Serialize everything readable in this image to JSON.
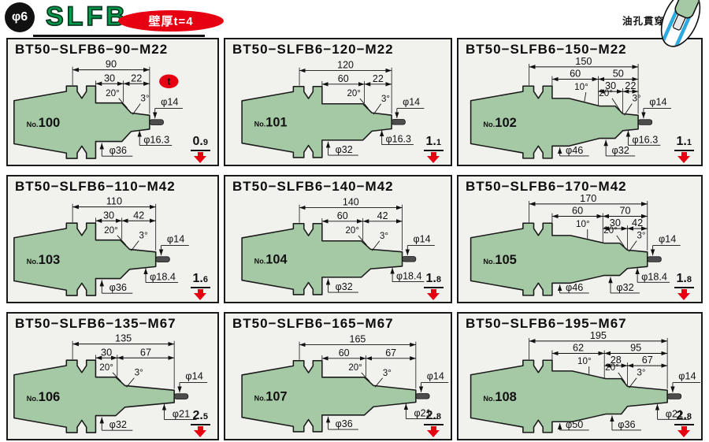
{
  "header": {
    "diameter_badge": "φ6",
    "series": "SLFB",
    "wall_badge": "壁厚t=4",
    "oil_label": "油孔貫穿"
  },
  "colors": {
    "accent_red": "#e60012",
    "body_green": "#a5c8a5",
    "logo_green": "#00a04e",
    "oil_blue": "#2ba9e0",
    "cell_bg": "#f1f1ee",
    "line": "#111111"
  },
  "cells": [
    {
      "title": "BT50−SLFB6−90−M22",
      "no_label": "No.",
      "no": "100",
      "weight": "0.9",
      "t_badge": "t",
      "dims": {
        "total": "90",
        "a": "30",
        "b": "22",
        "ang20": "20°",
        "ang3": "3°",
        "dia_pin": "φ14",
        "dia_neck": "φ16.3",
        "dia_body": "φ36"
      }
    },
    {
      "title": "BT50−SLFB6−120−M22",
      "no_label": "No.",
      "no": "101",
      "weight": "1.1",
      "dims": {
        "total": "120",
        "a": "60",
        "b": "22",
        "ang20": "20°",
        "ang3": "3°",
        "dia_pin": "φ14",
        "dia_neck": "φ16.3",
        "dia_body": "φ32"
      }
    },
    {
      "title": "BT50−SLFB6−150−M22",
      "no_label": "No.",
      "no": "102",
      "weight": "1.1",
      "dims": {
        "total": "150",
        "r2a": "60",
        "r2b": "50",
        "a": "30",
        "b": "22",
        "ang10": "10°",
        "ang20": "20°",
        "ang3": "3°",
        "dia_pin": "φ14",
        "dia_neck": "φ16.3",
        "dia_body": "φ46",
        "dia_body2": "φ32"
      }
    },
    {
      "title": "BT50−SLFB6−110−M42",
      "no_label": "No.",
      "no": "103",
      "weight": "1.6",
      "dims": {
        "total": "110",
        "a": "30",
        "b": "42",
        "ang20": "20°",
        "ang3": "3°",
        "dia_pin": "φ14",
        "dia_neck": "φ18.4",
        "dia_body": "φ36"
      }
    },
    {
      "title": "BT50−SLFB6−140−M42",
      "no_label": "No.",
      "no": "104",
      "weight": "1.8",
      "dims": {
        "total": "140",
        "a": "60",
        "b": "42",
        "ang20": "20°",
        "ang3": "3°",
        "dia_pin": "φ14",
        "dia_neck": "φ18.4",
        "dia_body": "φ32"
      }
    },
    {
      "title": "BT50−SLFB6−170−M42",
      "no_label": "No.",
      "no": "105",
      "weight": "1.8",
      "dims": {
        "total": "170",
        "r2a": "60",
        "r2b": "70",
        "a": "30",
        "b": "42",
        "ang10": "10°",
        "ang20": "20°",
        "ang3": "3°",
        "dia_pin": "φ14",
        "dia_neck": "φ18.4",
        "dia_body": "φ46",
        "dia_body2": "φ32"
      }
    },
    {
      "title": "BT50−SLFB6−135−M67",
      "no_label": "No.",
      "no": "106",
      "weight": "2.5",
      "dims": {
        "total": "135",
        "a": "30",
        "b": "67",
        "ang20": "20°",
        "ang3": "3°",
        "dia_pin": "φ14",
        "dia_neck": "φ21",
        "dia_body": "φ32"
      }
    },
    {
      "title": "BT50−SLFB6−165−M67",
      "no_label": "No.",
      "no": "107",
      "weight": "2.8",
      "dims": {
        "total": "165",
        "a": "60",
        "b": "67",
        "ang20": "20°",
        "ang3": "3°",
        "dia_pin": "φ14",
        "dia_neck": "φ21",
        "dia_body": "φ36"
      }
    },
    {
      "title": "BT50−SLFB6−195−M67",
      "no_label": "No.",
      "no": "108",
      "weight": "2.8",
      "dims": {
        "total": "195",
        "r2a": "62",
        "r2b": "95",
        "a": "28",
        "b": "67",
        "ang10": "10°",
        "ang20": "20°",
        "ang3": "3°",
        "dia_pin": "φ14",
        "dia_neck": "φ21",
        "dia_body": "φ50",
        "dia_body2": "φ36"
      }
    }
  ]
}
